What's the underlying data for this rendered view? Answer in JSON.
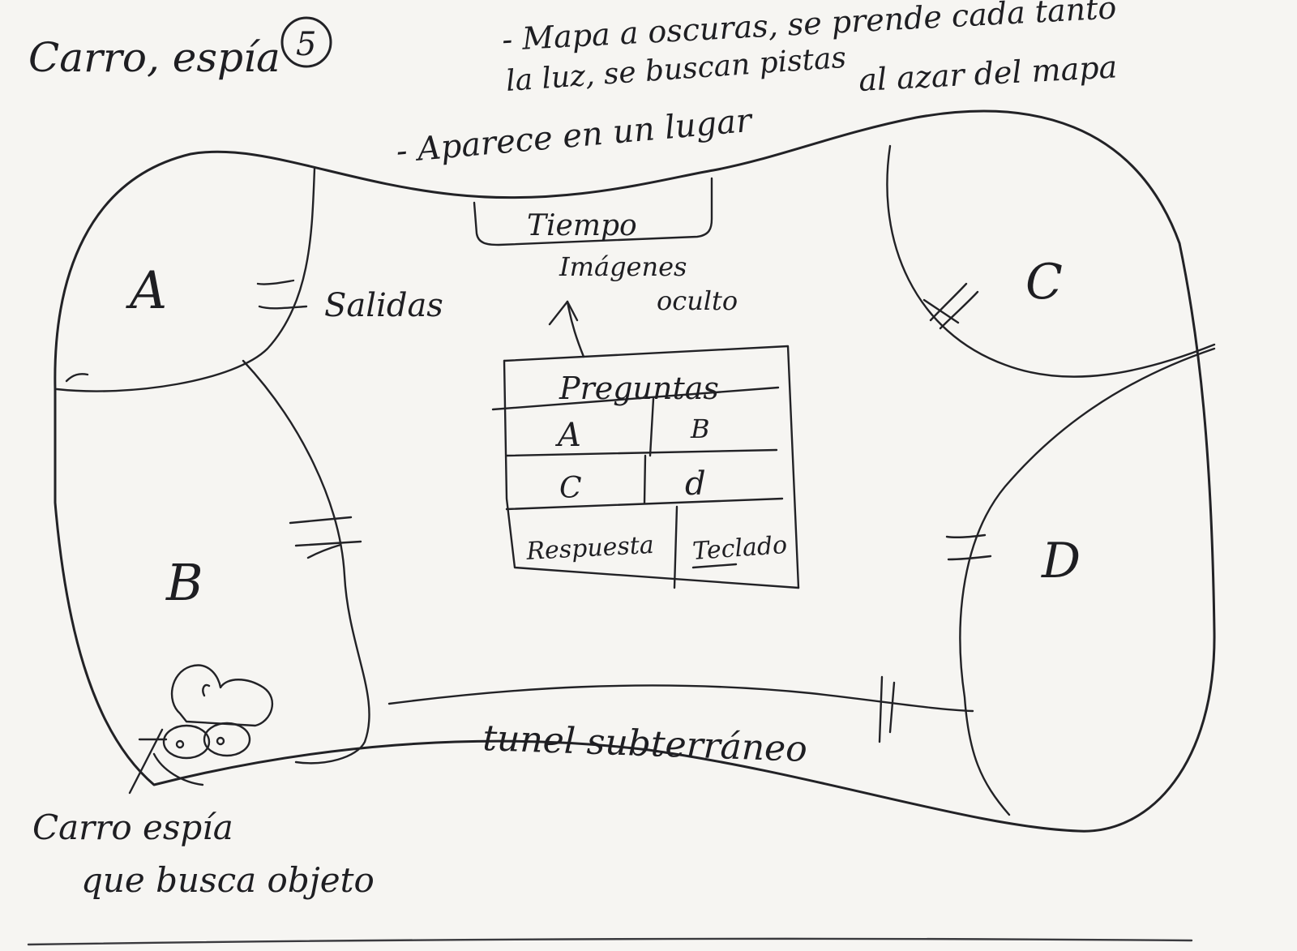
{
  "sketch": {
    "title": "Carro, espía",
    "page_number": "5",
    "notes": {
      "note1_line1": "- Mapa a oscuras, se prende cada tanto",
      "note1_line2": "la luz, se buscan pistas",
      "note1_line3": "al azar del mapa",
      "note2": "- Aparece en un lugar"
    },
    "hud": {
      "timer_label": "Tiempo",
      "images_label_line1": "Imágenes",
      "images_label_line2": "oculto"
    },
    "question_panel": {
      "header": "Preguntas",
      "options": [
        "A",
        "B",
        "C",
        "d"
      ],
      "answer_label": "Respuesta",
      "keyboard_label": "Teclado"
    },
    "rooms": [
      "A",
      "B",
      "C",
      "D"
    ],
    "exits_label": "Salidas",
    "tunnel_label": "tunel subterráneo",
    "car_caption_line1": "Carro espía",
    "car_caption_line2": "que busca objeto"
  }
}
